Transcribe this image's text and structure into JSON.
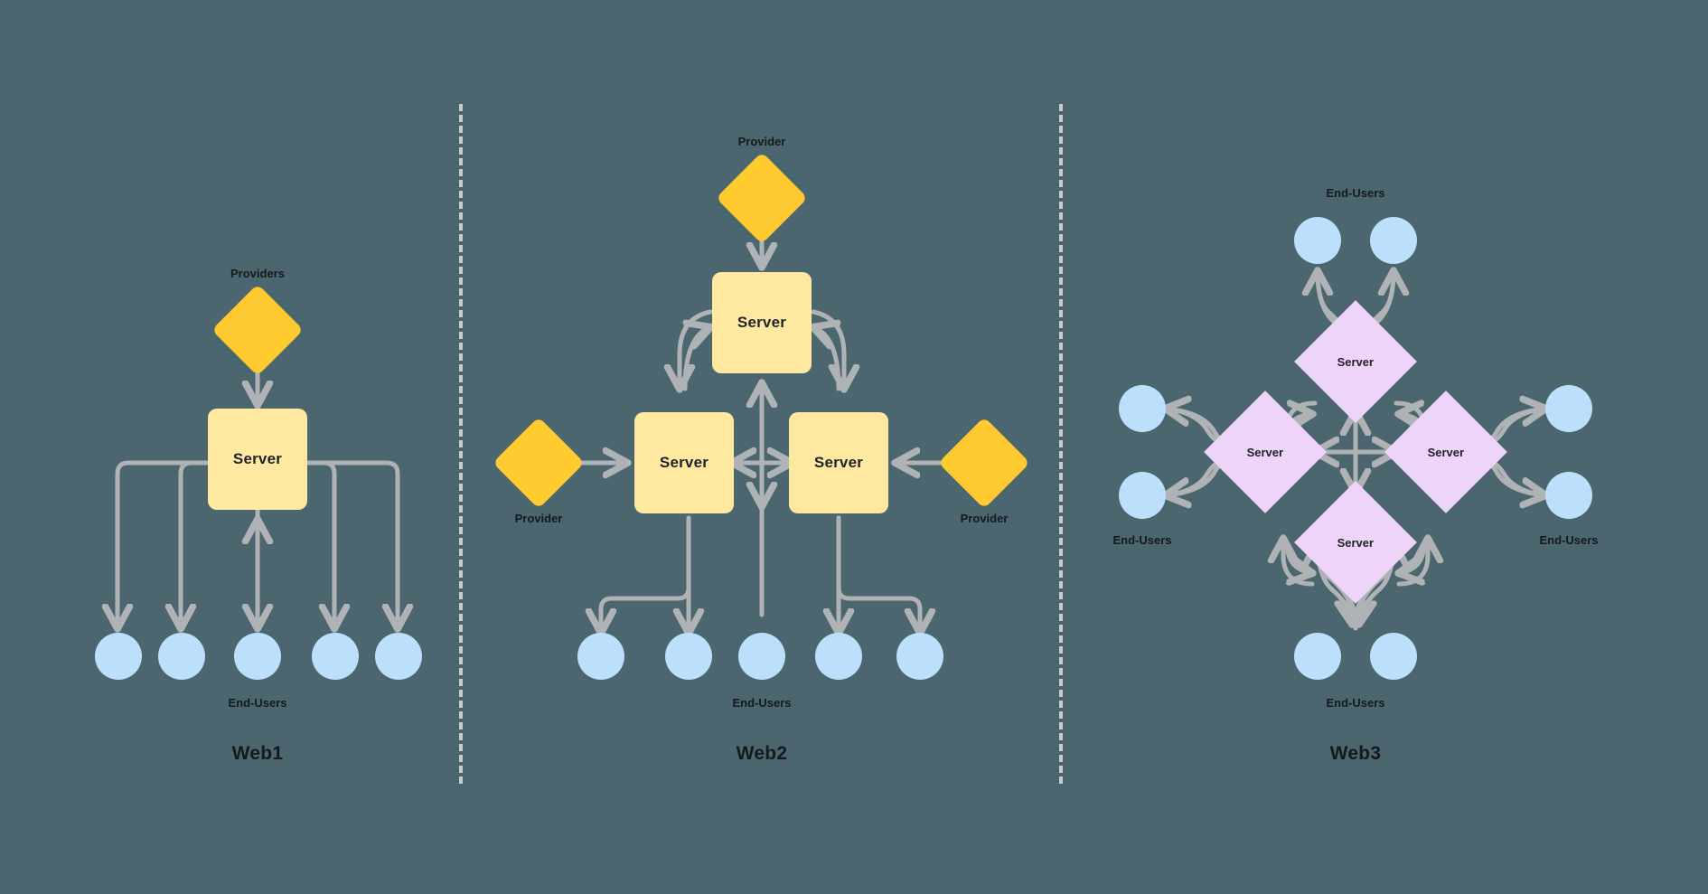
{
  "meta": {
    "background_color": "#4c666f",
    "edge_color": "#b0b3b5",
    "colors": {
      "provider_diamond": "#ffc930",
      "server_box": "#ffe9a0",
      "server_diamond": "#efd4fa",
      "end_user_circle": "#bce0fb",
      "label_text": "#14191d",
      "divider": "#c9cbcd"
    }
  },
  "panels": [
    {
      "id": "web1",
      "title": "Web1",
      "providers_label": "Providers",
      "end_users_label": "End-Users",
      "server_label": "Server",
      "server_count": 1,
      "provider_count": 1,
      "end_user_count": 5,
      "description": "One central server fed by a single provider, broadcasting one-way to five end-users"
    },
    {
      "id": "web2",
      "title": "Web2",
      "provider_labels": [
        "Provider",
        "Provider",
        "Provider"
      ],
      "end_users_label": "End-Users",
      "server_label": "Server",
      "server_count": 3,
      "provider_count": 3,
      "end_user_count": 5,
      "description": "Three interconnected servers, each with its own provider, serving five shared end-users"
    },
    {
      "id": "web3",
      "title": "Web3",
      "end_users_labels": [
        "End-Users",
        "End-Users",
        "End-Users",
        "End-Users"
      ],
      "server_label": "Server",
      "server_count": 4,
      "provider_count": 0,
      "end_user_count": 8,
      "description": "Four peer servers in a mesh, each peer-connected bidirectionally to two end-users"
    }
  ],
  "labels": {
    "server": "Server",
    "provider": "Provider",
    "providers": "Providers",
    "end_users": "End-Users",
    "web1": "Web1",
    "web2": "Web2",
    "web3": "Web3"
  }
}
